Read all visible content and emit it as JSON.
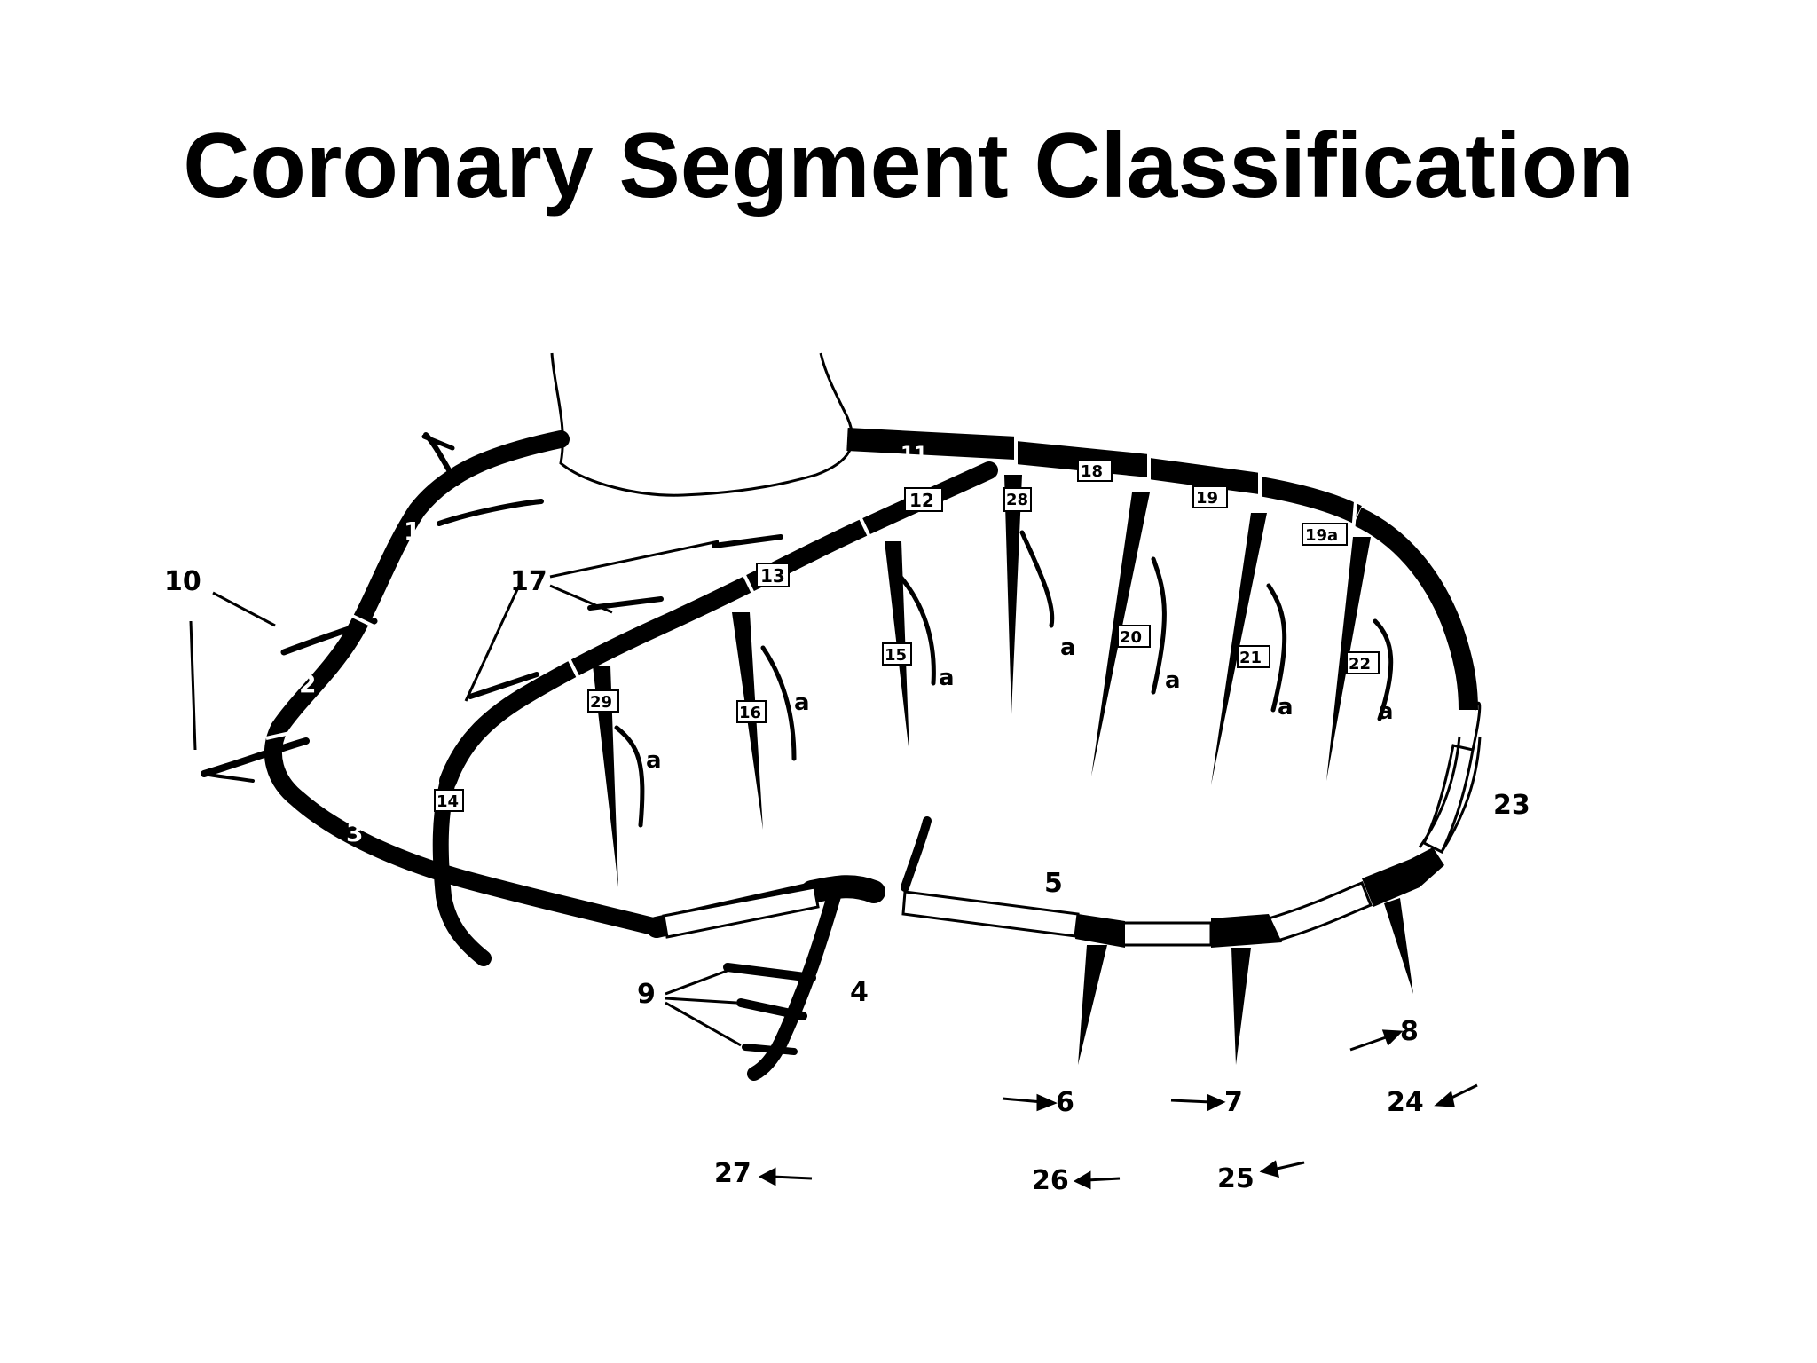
{
  "title": "Coronary Segment Classification",
  "colors": {
    "vessel": "#000000",
    "background": "#ffffff"
  },
  "labels": {
    "s1": "1",
    "s2": "2",
    "s3": "3",
    "s4": "4",
    "s5": "5",
    "s6": "6",
    "s7": "7",
    "s8": "8",
    "s9": "9",
    "s10": "10",
    "s11": "11",
    "s12": "12",
    "s13": "13",
    "s14": "14",
    "s15": "15",
    "s16": "16",
    "s17": "17",
    "s18": "18",
    "s19": "19",
    "s19a": "19a",
    "s20": "20",
    "s21": "21",
    "s22": "22",
    "s23": "23",
    "s24": "24",
    "s25": "25",
    "s26": "26",
    "s27": "27",
    "s28": "28",
    "s29": "29",
    "a": "a"
  }
}
